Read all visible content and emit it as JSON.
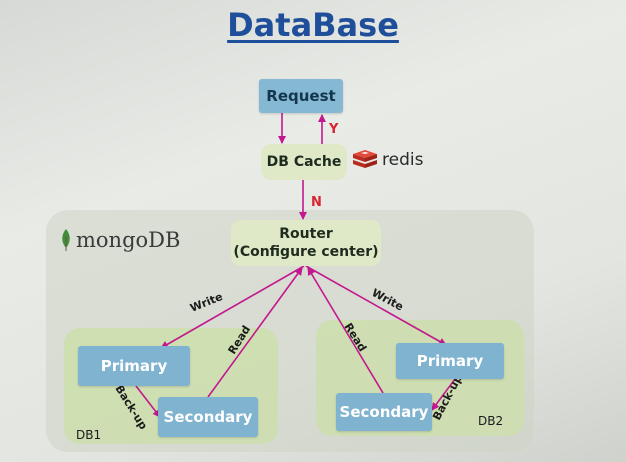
{
  "title": "DataBase",
  "nodes": {
    "request": "Request",
    "db_cache": "DB Cache",
    "router_line1": "Router",
    "router_line2": "(Configure center)",
    "db1_primary": "Primary",
    "db1_secondary": "Secondary",
    "db2_primary": "Primary",
    "db2_secondary": "Secondary"
  },
  "groups": {
    "db1": "DB1",
    "db2": "DB2"
  },
  "brands": {
    "redis": "redis",
    "mongodb": "mongoDB"
  },
  "edges": {
    "yes": "Y",
    "no": "N",
    "write_left": "Write",
    "write_right": "Write",
    "read_left": "Read",
    "read_right": "Read",
    "backup_left": "Back-up",
    "backup_right": "Back-up"
  },
  "colors": {
    "title": "#1f4e9a",
    "arrow": "#c2188f",
    "edge_label_red": "#d7262e",
    "node_blue": "#7fb3cf",
    "node_green": "#dfe9c8",
    "zone_green": "#cddeb0",
    "redis_red": "#cf3326",
    "mongo_leaf": "#3f8f3a"
  },
  "icons": [
    "redis-icon",
    "mongodb-leaf-icon"
  ]
}
